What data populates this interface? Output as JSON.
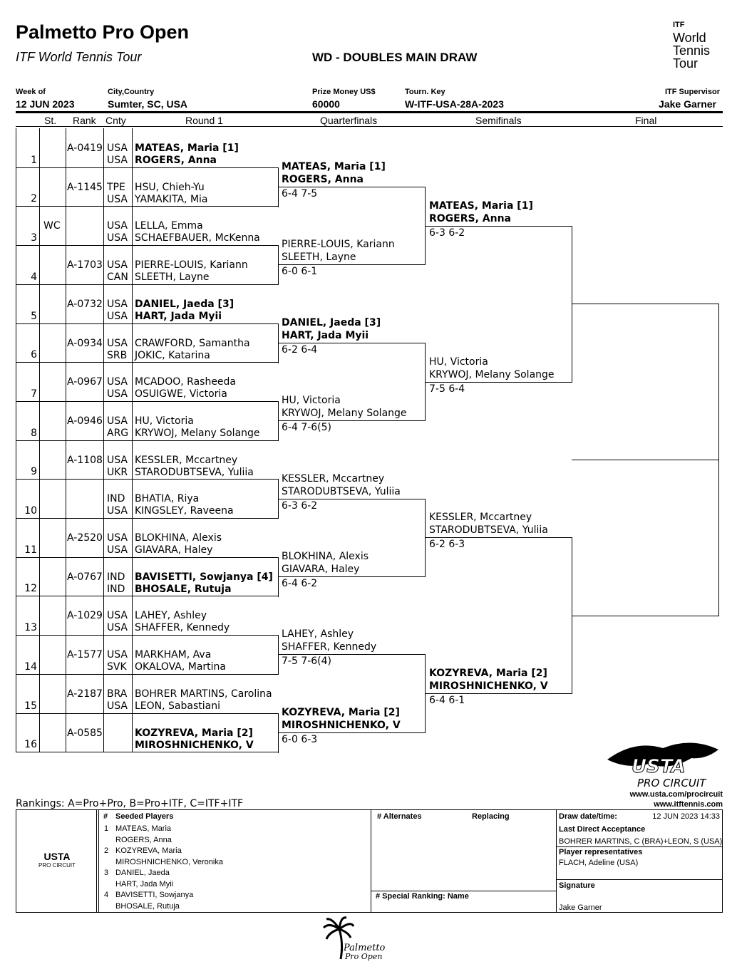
{
  "header": {
    "title": "Palmetto Pro Open",
    "subtitle": "ITF World Tennis Tour",
    "draw_title": "WD - DOUBLES MAIN DRAW",
    "logo": {
      "itf": "ITF",
      "line1": "World",
      "line2": "Tennis",
      "line3": "Tour"
    }
  },
  "info": {
    "week_label": "Week of",
    "week_value": "12 JUN 2023",
    "city_label": "City,Country",
    "city_value": "Sumter, SC, USA",
    "prize_label": "Prize Money US$",
    "prize_value": "60000",
    "key_label": "Tourn. Key",
    "key_value": "W-ITF-USA-28A-2023",
    "supervisor_label": "ITF Supervisor",
    "supervisor_value": "Jake Garner"
  },
  "columns": {
    "st": "St.",
    "rank": "Rank",
    "cnty": "Cnty",
    "r1": "Round 1",
    "qf": "Quarterfinals",
    "sf": "Semifinals",
    "final": "Final"
  },
  "entries": [
    {
      "n": "1",
      "st": "",
      "rank": "A-0419",
      "c1": "USA",
      "c2": "USA",
      "p1": "MATEAS, Maria [1]",
      "p2": "ROGERS, Anna",
      "bold": true
    },
    {
      "n": "2",
      "st": "",
      "rank": "A-1145",
      "c1": "TPE",
      "c2": "USA",
      "p1": "HSU, Chieh-Yu",
      "p2": "YAMAKITA, Mia",
      "bold": false
    },
    {
      "n": "3",
      "st": "WC",
      "rank": "",
      "c1": "USA",
      "c2": "USA",
      "p1": "LELLA, Emma",
      "p2": "SCHAEFBAUER, McKenna",
      "bold": false
    },
    {
      "n": "4",
      "st": "",
      "rank": "A-1703",
      "c1": "USA",
      "c2": "CAN",
      "p1": "PIERRE-LOUIS, Kariann",
      "p2": "SLEETH, Layne",
      "bold": false
    },
    {
      "n": "5",
      "st": "",
      "rank": "A-0732",
      "c1": "USA",
      "c2": "USA",
      "p1": "DANIEL, Jaeda [3]",
      "p2": "HART, Jada Myii",
      "bold": true
    },
    {
      "n": "6",
      "st": "",
      "rank": "A-0934",
      "c1": "USA",
      "c2": "SRB",
      "p1": "CRAWFORD, Samantha",
      "p2": "JOKIC, Katarina",
      "bold": false
    },
    {
      "n": "7",
      "st": "",
      "rank": "A-0967",
      "c1": "USA",
      "c2": "USA",
      "p1": "MCADOO, Rasheeda",
      "p2": "OSUIGWE, Victoria",
      "bold": false
    },
    {
      "n": "8",
      "st": "",
      "rank": "A-0946",
      "c1": "USA",
      "c2": "ARG",
      "p1": "HU, Victoria",
      "p2": "KRYWOJ, Melany Solange",
      "bold": false
    },
    {
      "n": "9",
      "st": "",
      "rank": "A-1108",
      "c1": "USA",
      "c2": "UKR",
      "p1": "KESSLER, Mccartney",
      "p2": "STARODUBTSEVA, Yuliia",
      "bold": false
    },
    {
      "n": "10",
      "st": "",
      "rank": "",
      "c1": "IND",
      "c2": "USA",
      "p1": "BHATIA, Riya",
      "p2": "KINGSLEY, Raveena",
      "bold": false
    },
    {
      "n": "11",
      "st": "",
      "rank": "A-2520",
      "c1": "USA",
      "c2": "USA",
      "p1": "BLOKHINA, Alexis",
      "p2": "GIAVARA, Haley",
      "bold": false
    },
    {
      "n": "12",
      "st": "",
      "rank": "A-0767",
      "c1": "IND",
      "c2": "IND",
      "p1": "BAVISETTI, Sowjanya [4]",
      "p2": "BHOSALE, Rutuja",
      "bold": true
    },
    {
      "n": "13",
      "st": "",
      "rank": "A-1029",
      "c1": "USA",
      "c2": "USA",
      "p1": "LAHEY, Ashley",
      "p2": "SHAFFER, Kennedy",
      "bold": false
    },
    {
      "n": "14",
      "st": "",
      "rank": "A-1577",
      "c1": "USA",
      "c2": "SVK",
      "p1": "MARKHAM, Ava",
      "p2": "OKALOVA, Martina",
      "bold": false
    },
    {
      "n": "15",
      "st": "",
      "rank": "A-2187",
      "c1": "BRA",
      "c2": "USA",
      "p1": "BOHRER MARTINS, Carolina",
      "p2": "LEON, Sabastiani",
      "bold": false
    },
    {
      "n": "16",
      "st": "",
      "rank": "A-0585",
      "c1": "",
      "c2": "",
      "p1": "KOZYREVA, Maria [2]",
      "p2": "MIROSHNICHENKO, V",
      "bold": true
    }
  ],
  "qf": [
    {
      "p1": "MATEAS, Maria [1]",
      "p2": "ROGERS, Anna",
      "score": "6-4 7-5",
      "bold": true
    },
    {
      "p1": "PIERRE-LOUIS, Kariann",
      "p2": "SLEETH, Layne",
      "score": "6-0 6-1",
      "bold": false
    },
    {
      "p1": "DANIEL, Jaeda [3]",
      "p2": "HART, Jada Myii",
      "score": "6-2 6-4",
      "bold": true
    },
    {
      "p1": "HU, Victoria",
      "p2": "KRYWOJ, Melany Solange",
      "score": "6-4 7-6(5)",
      "bold": false
    },
    {
      "p1": "KESSLER, Mccartney",
      "p2": "STARODUBTSEVA, Yuliia",
      "score": "6-3 6-2",
      "bold": false
    },
    {
      "p1": "BLOKHINA, Alexis",
      "p2": "GIAVARA, Haley",
      "score": "6-4 6-2",
      "bold": false
    },
    {
      "p1": "LAHEY, Ashley",
      "p2": "SHAFFER, Kennedy",
      "score": "7-5 7-6(4)",
      "bold": false
    },
    {
      "p1": "KOZYREVA, Maria [2]",
      "p2": "MIROSHNICHENKO, V",
      "score": "6-0 6-3",
      "bold": true
    }
  ],
  "sf": [
    {
      "p1": "MATEAS, Maria [1]",
      "p2": "ROGERS, Anna",
      "score": "6-3 6-2",
      "bold": true
    },
    {
      "p1": "HU, Victoria",
      "p2": "KRYWOJ, Melany Solange",
      "score": "7-5 6-4",
      "bold": false
    },
    {
      "p1": "KESSLER, Mccartney",
      "p2": "STARODUBTSEVA, Yuliia",
      "score": "6-2 6-3",
      "bold": false
    },
    {
      "p1": "KOZYREVA, Maria [2]",
      "p2": "MIROSHNICHENKO, V",
      "score": "6-4 6-1",
      "bold": true
    }
  ],
  "footer": {
    "rankings": "Rankings: A=Pro+Pro, B=Pro+ITF, C=ITF+ITF",
    "usta_url": "www.usta.com/procircuit",
    "itf_url": "www.itftennis.com",
    "usta_logo": "USTA",
    "usta_logo_sub": "PRO CIRCUIT",
    "usta_small": "USTA",
    "usta_small_sub": "PRO CIRCUIT",
    "seeded_hash": "#",
    "seeded_label": "Seeded Players",
    "seeds": [
      {
        "n": "1",
        "a": "MATEAS, Maria",
        "b": "ROGERS, Anna"
      },
      {
        "n": "2",
        "a": "KOZYREVA, Maria",
        "b": "MIROSHNICHENKO, Veronika"
      },
      {
        "n": "3",
        "a": "DANIEL, Jaeda",
        "b": "HART, Jada Myii"
      },
      {
        "n": "4",
        "a": "BAVISETTI, Sowjanya",
        "b": "BHOSALE, Rutuja"
      }
    ],
    "alternates_label": "# Alternates",
    "replacing_label": "Replacing",
    "special_label": "#  Special Ranking: Name",
    "draw_date_label": "Draw date/time:",
    "draw_date_value": "12 JUN 2023 14:33",
    "lda_label": "Last Direct Acceptance",
    "lda_value": "BOHRER MARTINS, C (BRA)+LEON, S (USA)",
    "reps_label": "Player representatives",
    "reps_value": "FLACH, Adeline (USA)",
    "signature_label": "Signature",
    "signature_value": "Jake Garner",
    "palmetto_line1": "Palmetto",
    "palmetto_line2": "Pro Open"
  }
}
